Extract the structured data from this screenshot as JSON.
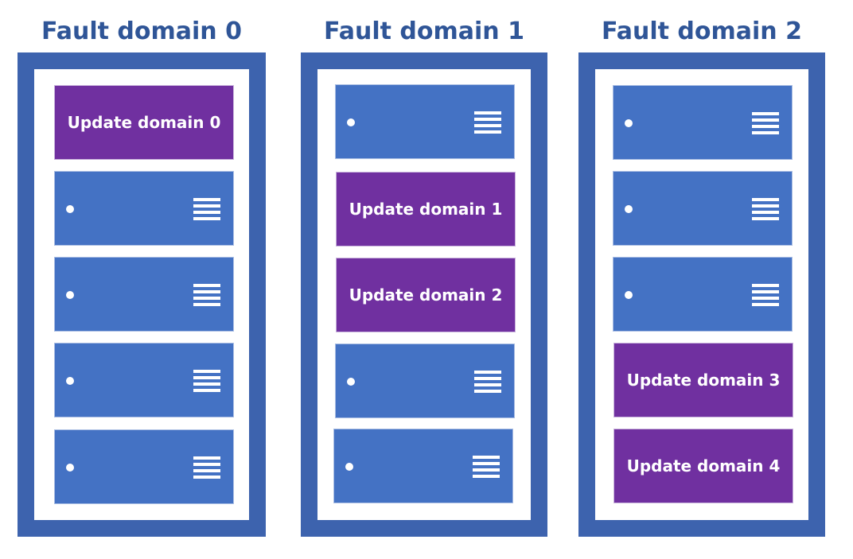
{
  "fault_domains": [
    {
      "title": "Fault domain 0",
      "slots": [
        {
          "type": "update",
          "label": "Update domain 0"
        },
        {
          "type": "server"
        },
        {
          "type": "server"
        },
        {
          "type": "server"
        },
        {
          "type": "server"
        }
      ]
    },
    {
      "title": "Fault domain 1",
      "slots": [
        {
          "type": "server"
        },
        {
          "type": "update",
          "label": "Update domain 1"
        },
        {
          "type": "update",
          "label": "Update domain 2"
        },
        {
          "type": "server"
        },
        {
          "type": "server"
        }
      ]
    },
    {
      "title": "Fault domain 2",
      "slots": [
        {
          "type": "server"
        },
        {
          "type": "server"
        },
        {
          "type": "server"
        },
        {
          "type": "update",
          "label": "Update domain 3"
        },
        {
          "type": "update",
          "label": "Update domain 4"
        }
      ]
    }
  ],
  "colors": {
    "title_text": "#2f5597",
    "rack_frame": "#3d63ae",
    "server": "#4472c4",
    "update_domain": "#7030a0"
  },
  "icons": {
    "server_led": "server-led-icon",
    "server_vent": "server-vent-icon"
  }
}
